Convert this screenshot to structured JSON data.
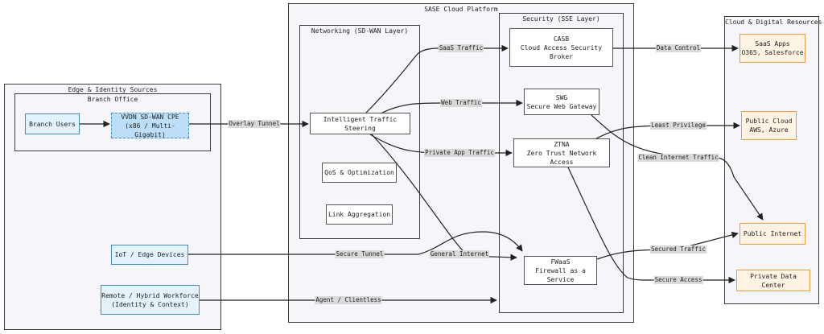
{
  "groups": {
    "sase": "SASE Cloud Platform",
    "networking": "Networking (SD-WAN Layer)",
    "security": "Security (SSE Layer)",
    "cloud": "Cloud & Digital Resources",
    "edge": "Edge & Identity Sources",
    "branch": "Branch Office"
  },
  "nodes": {
    "branch_users": "Branch Users",
    "cpe": "VVDN SD-WAN CPE\n(x86 / Multi-Gigabit)",
    "iot": "IoT / Edge Devices",
    "remote": "Remote / Hybrid Workforce\n(Identity & Context)",
    "traffic_steering": "Intelligent Traffic Steering",
    "qos": "QoS & Optimization",
    "link_agg": "Link Aggregation",
    "casb": "CASB\nCloud Access Security\nBroker",
    "swg": "SWG\nSecure Web Gateway",
    "ztna": "ZTNA\nZero Trust Network Access",
    "fwaas": "FWaaS\nFirewall as a Service",
    "saas": "SaaS Apps\nO365, Salesforce",
    "public_cloud": "Public Cloud\nAWS, Azure",
    "public_internet": "Public Internet",
    "private_dc": "Private Data Center"
  },
  "edges": {
    "overlay_tunnel": "Overlay Tunnel",
    "saas_traffic": "SaaS Traffic",
    "web_traffic": "Web Traffic",
    "private_app_traffic": "Private App Traffic",
    "general_internet": "General Internet",
    "secure_tunnel": "Secure Tunnel",
    "agent_clientless": "Agent / Clientless",
    "data_control": "Data Control",
    "least_privilege": "Least Privilege",
    "clean_internet_traffic": "Clean Internet Traffic",
    "secured_traffic": "Secured Traffic",
    "secure_access": "Secure Access"
  }
}
